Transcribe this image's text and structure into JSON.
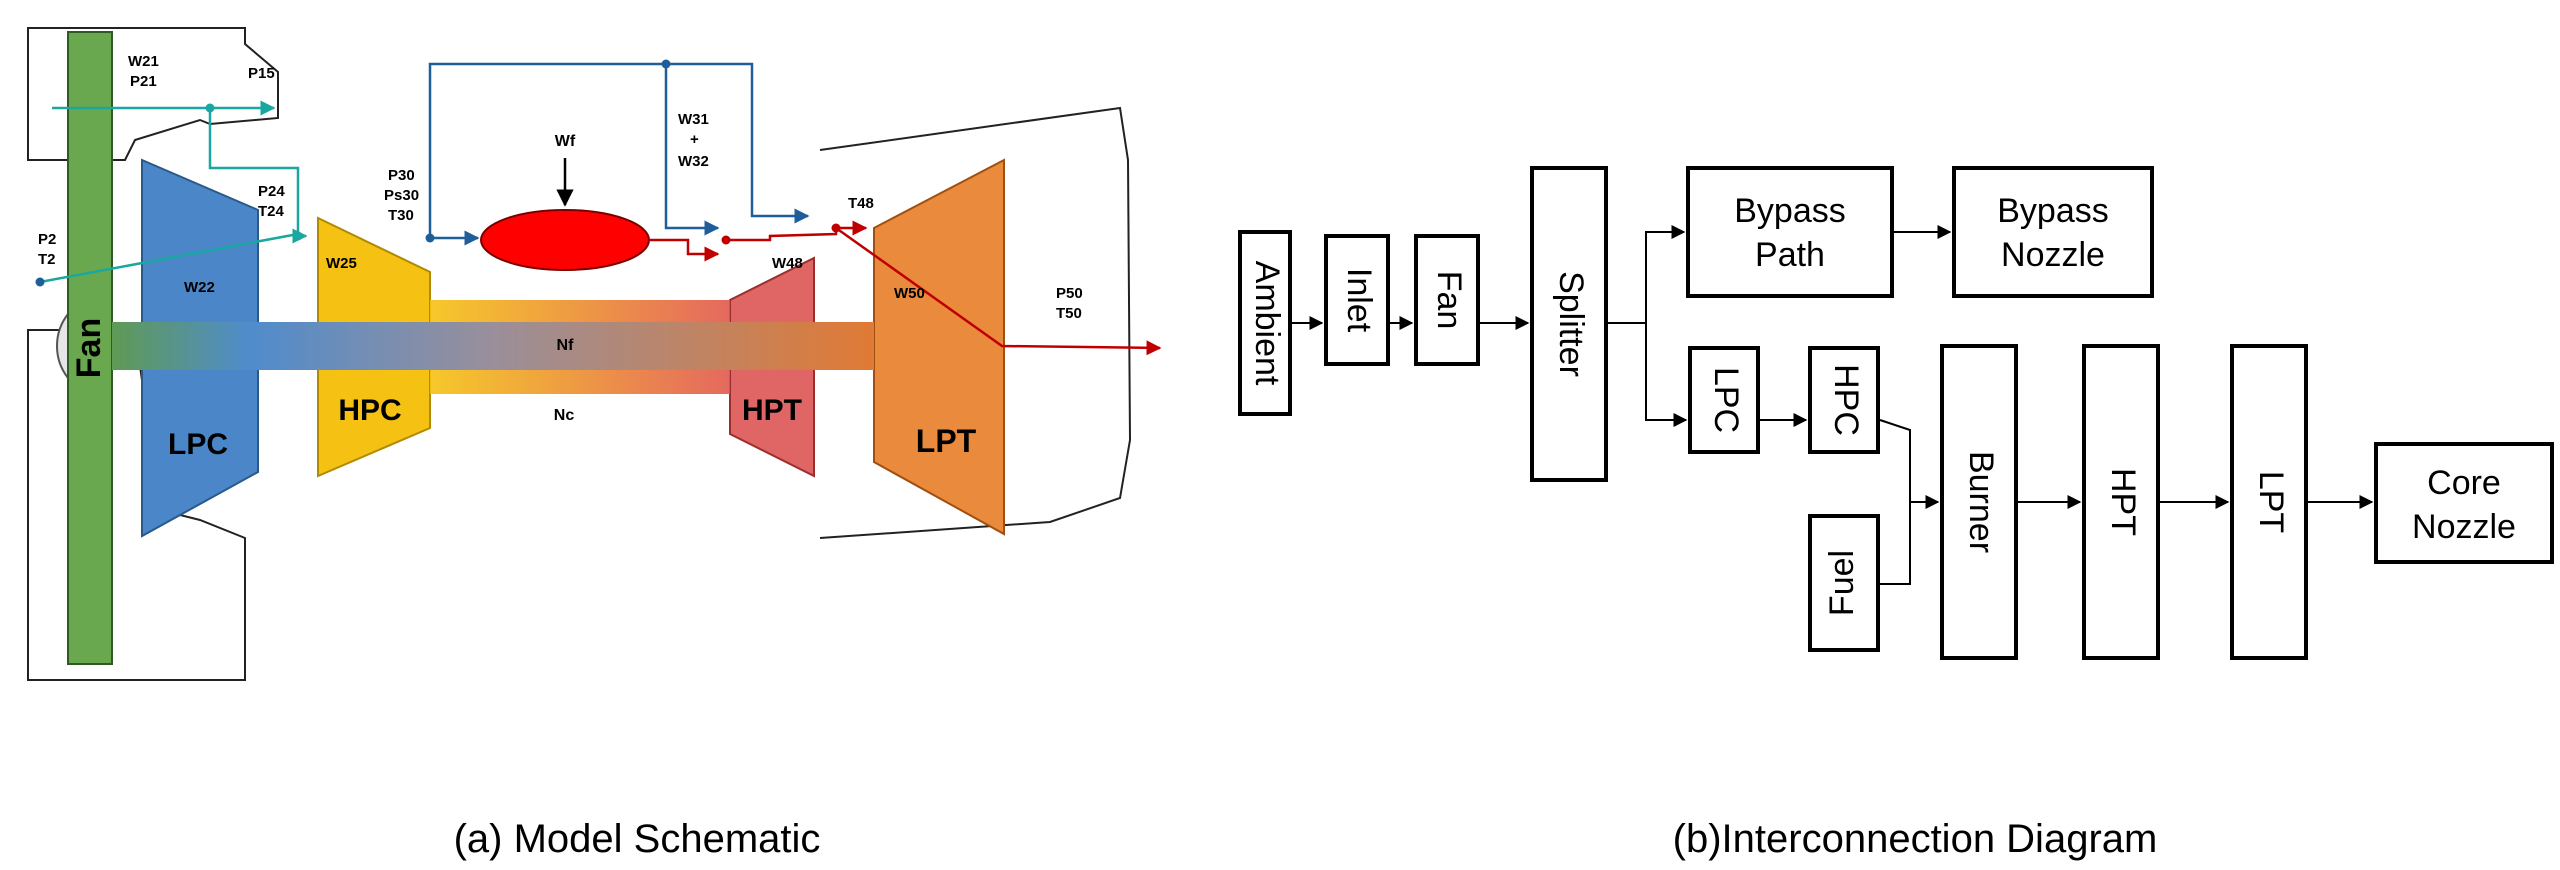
{
  "schematic": {
    "caption": "(a) Model Schematic",
    "components": {
      "fan": "Fan",
      "lpc": "LPC",
      "hpc": "HPC",
      "hpt": "HPT",
      "lpt": "LPT"
    },
    "shafts": {
      "low": "Nf",
      "high": "Nc"
    },
    "stations": {
      "w21": "W21",
      "p21": "P21",
      "p15": "P15",
      "p2": "P2",
      "t2": "T2",
      "w22": "W22",
      "p24": "P24",
      "t24": "T24",
      "w25": "W25",
      "p30": "P30",
      "ps30": "Ps30",
      "t30": "T30",
      "wf": "Wf",
      "w31": "W31",
      "plus": "+",
      "w32": "W32",
      "t48": "T48",
      "w48": "W48",
      "w50": "W50",
      "p50": "P50",
      "t50": "T50"
    },
    "colors": {
      "fan": "#6aa84f",
      "lpc": "#4a86c8",
      "hpc": "#f5c213",
      "hpt": "#e06666",
      "lpt": "#ea8a3c",
      "burner": "#ff0000",
      "teal_flow": "#1aa7a0",
      "blue_flow": "#1f5f99",
      "red_flow": "#c00000"
    }
  },
  "interconnection": {
    "caption": "(b)Interconnection Diagram",
    "blocks": {
      "ambient": "Ambient",
      "inlet": "Inlet",
      "fan": "Fan",
      "splitter": "Splitter",
      "bypass_path": [
        "Bypass",
        "Path"
      ],
      "bypass_nozzle": [
        "Bypass",
        "Nozzle"
      ],
      "lpc": "LPC",
      "hpc": "HPC",
      "fuel": "Fuel",
      "burner": "Burner",
      "hpt": "HPT",
      "lpt": "LPT",
      "core_nozzle": [
        "Core",
        "Nozzle"
      ]
    }
  }
}
